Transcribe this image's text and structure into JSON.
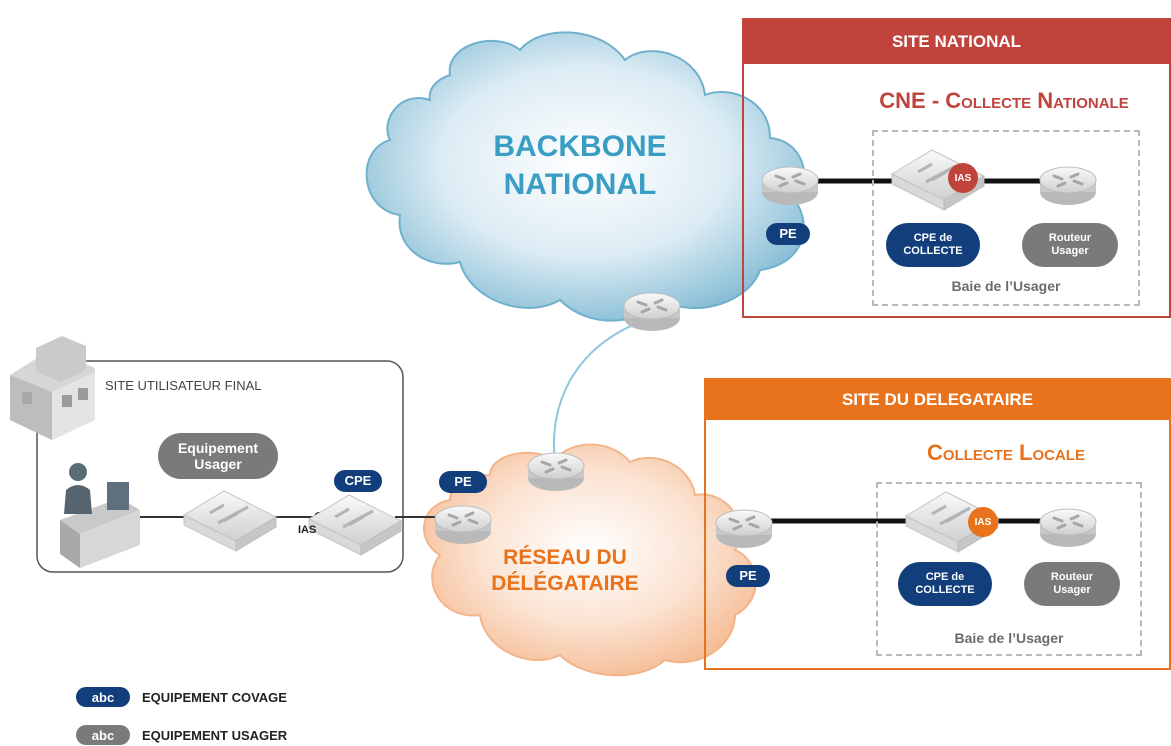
{
  "backbone": {
    "line1": "BACKBONE",
    "line2": "NATIONAL"
  },
  "reseau": {
    "line1": "RÉSEAU DU",
    "line2": "DÉLÉGATAIRE"
  },
  "site_national": {
    "header": "SITE NATIONAL",
    "title": "CNE - Collecte Nationale",
    "pe": "PE",
    "cpe": "CPE de COLLECTE",
    "routeur": "Routeur Usager",
    "ias": "IAS",
    "bay": "Baie de l’Usager"
  },
  "site_delegataire": {
    "header": "SITE DU DELEGATAIRE",
    "title": "Collecte Locale",
    "pe": "PE",
    "cpe": "CPE de COLLECTE",
    "routeur": "Routeur Usager",
    "ias": "IAS",
    "bay": "Baie de l’Usager"
  },
  "site_user": {
    "title": "SITE UTILISATEUR FINAL",
    "equipement": "Equipement Usager",
    "cpe": "CPE",
    "ias": "IAS",
    "pe": "PE"
  },
  "legend": [
    {
      "abbr": "abc",
      "label": "EQUIPEMENT COVAGE",
      "color": "#123e7c"
    },
    {
      "abbr": "abc",
      "label": "EQUIPEMENT USAGER",
      "color": "#7a7a7a"
    }
  ],
  "colors": {
    "national": "#c0443c",
    "delegataire": "#e8731c",
    "covage": "#123e7c",
    "usager": "#7a7a7a",
    "backbone_text": "#3a9ec4"
  }
}
